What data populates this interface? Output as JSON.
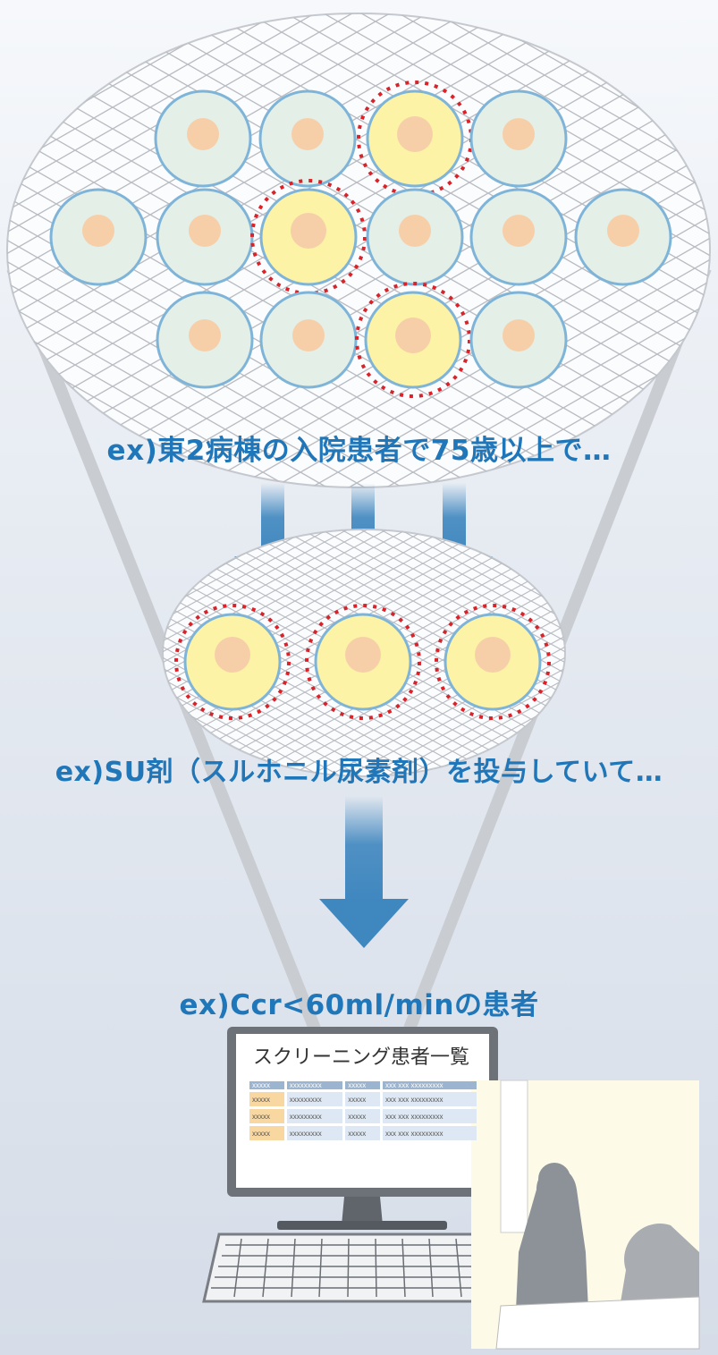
{
  "captions": {
    "step1": "ex)東2病棟の入院患者で75歳以上で…",
    "step2": "ex)SU剤（スルホニル尿素剤）を投与していて…",
    "step3": "ex)Ccr<60ml/minの患者"
  },
  "monitor": {
    "title": "スクリーニング患者一覧",
    "table": {
      "header": [
        "xxxxx",
        "xxxxxxxxx",
        "xxxxx",
        "xxx xxx xxxxxxxxx"
      ],
      "rows": [
        [
          "xxxxx",
          "xxxxxxxxx",
          "xxxxx",
          "xxx xxx xxxxxxxxx"
        ],
        [
          "xxxxx",
          "xxxxxxxxx",
          "xxxxx",
          "xxx xxx xxxxxxxxx"
        ],
        [
          "xxxxx",
          "xxxxxxxxx",
          "xxxxx",
          "xxx xxx xxxxxxxxx"
        ]
      ]
    }
  },
  "colors": {
    "caption_text": "#1f76b8",
    "arrow": "#3f87bf",
    "highlight_ring": "#d9232a",
    "selected_circle_fill": "#fdf3a6",
    "normal_circle_fill": "#e4efe7"
  }
}
